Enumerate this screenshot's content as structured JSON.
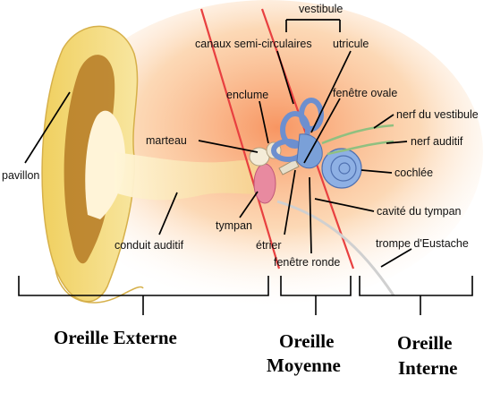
{
  "labels": {
    "vestibule": "vestibule",
    "canaux": "canaux semi-circulaires",
    "utricule": "utricule",
    "enclume": "enclume",
    "fenetre_ovale": "fenêtre ovale",
    "nerf_vestibule": "nerf du vestibule",
    "marteau": "marteau",
    "nerf_auditif": "nerf auditif",
    "pavillon": "pavillon",
    "cochlee": "cochlée",
    "tympan": "tympan",
    "cavite": "cavité du tympan",
    "conduit": "conduit auditif",
    "etrier": "étrier",
    "trompe": "trompe d'Eustache",
    "fenetre_ronde": "fenêtre ronde"
  },
  "sections": {
    "externe": "Oreille Externe",
    "moyenne_l1": "Oreille",
    "moyenne_l2": "Moyenne",
    "interne_l1": "Oreille",
    "interne_l2": "Interne"
  },
  "colors": {
    "skin_glow": "#f8a060",
    "pinna": "#f3dc7c",
    "pinna_shadow": "#a86c1a",
    "canal": "#fff2c8",
    "eardrum": "#e88aa0",
    "inner_ear": "#7aa0d8",
    "divider": "#e84040",
    "nerve": "#90c080"
  }
}
